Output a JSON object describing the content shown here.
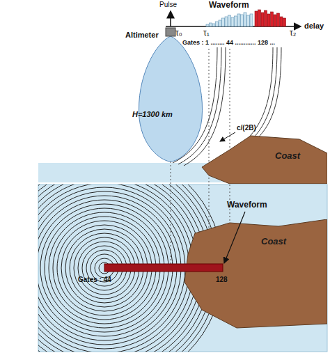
{
  "diagram": {
    "nodes": [
      {
        "text": [
          "Coast"
        ]
      },
      {
        "text": [
          "Coast"
        ]
      }
    ],
    "labels": [
      "Pulse",
      "τ₀",
      "Waveform",
      "delay",
      "τ₁",
      "τ₂",
      "Gates : 1 ........ 44 ............ 128 ...",
      "Altimeter",
      "H=1300 km",
      "c/(2B)",
      "Waveform",
      "Gates : 44",
      "128"
    ]
  }
}
